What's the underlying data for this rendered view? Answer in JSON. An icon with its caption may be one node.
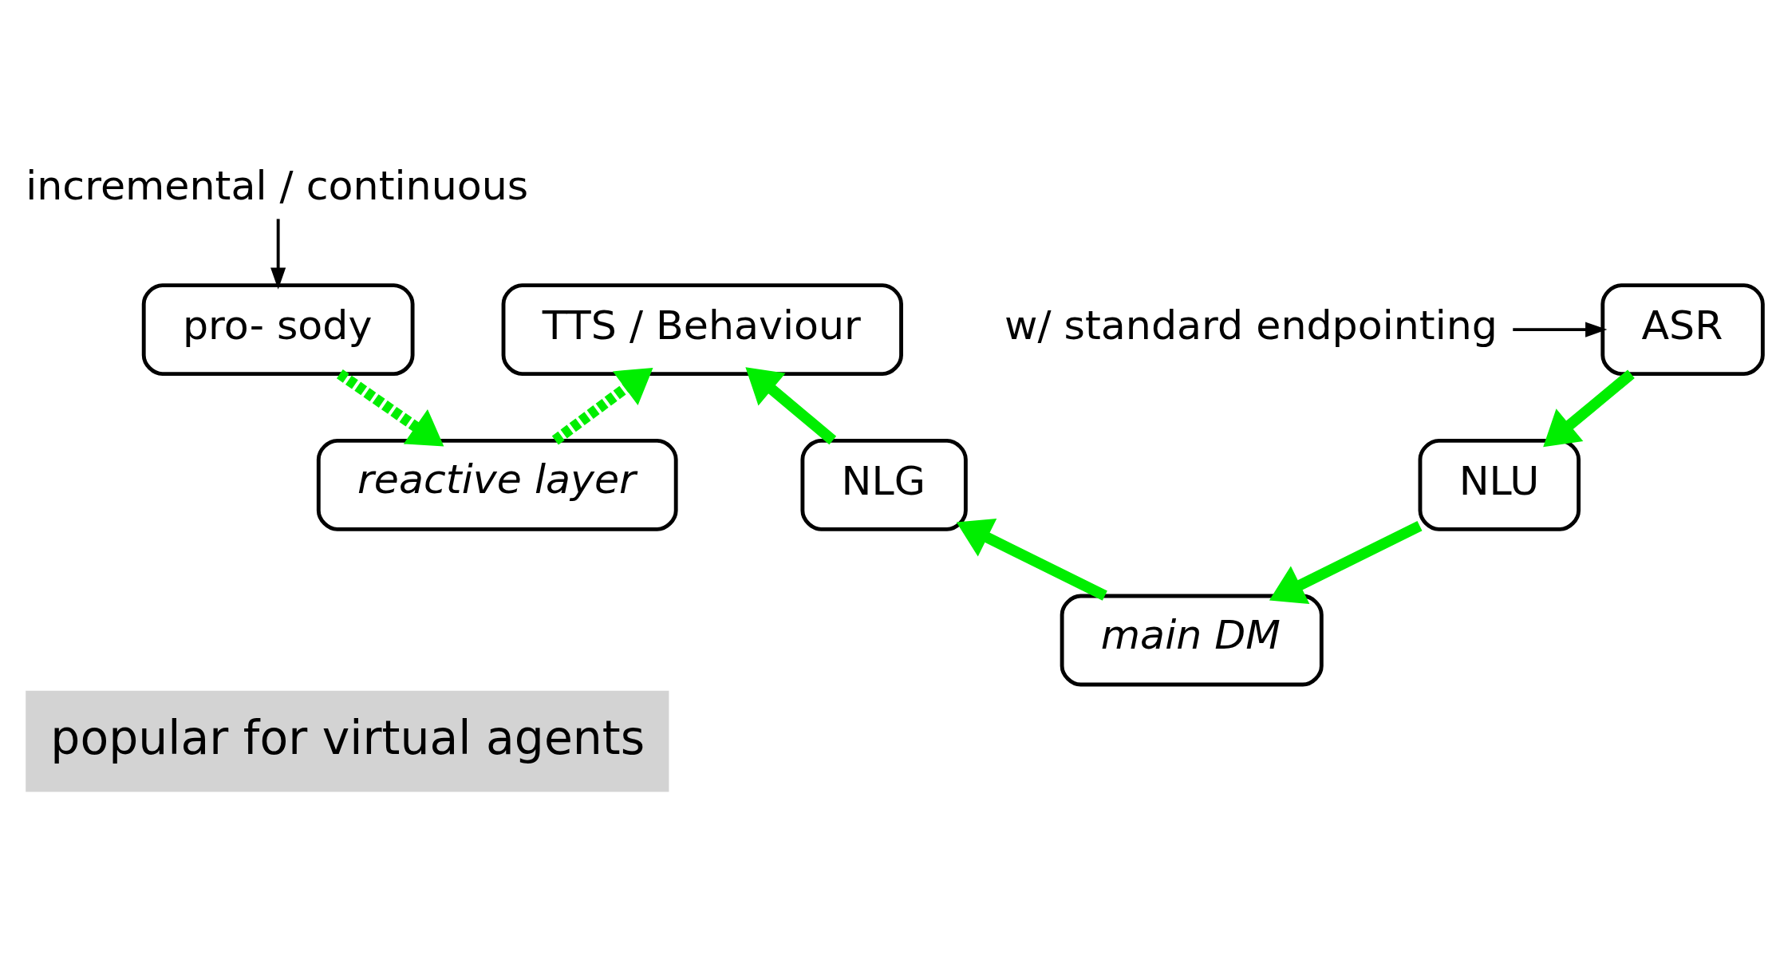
{
  "diagram": {
    "caption": "popular for virtual agents",
    "nodes": [
      {
        "text": [
          "ASR"
        ]
      },
      {
        "text": [
          "pro- sody"
        ]
      },
      {
        "text": [
          "reactive layer"
        ]
      },
      {
        "text": [
          "TTS / Behaviour"
        ]
      },
      {
        "text": [
          "NLU"
        ]
      },
      {
        "text": [
          "NLG"
        ]
      },
      {
        "text": [
          "main DM"
        ]
      },
      {
        "text": [
          "w/ standard endpointing"
        ]
      },
      {
        "text": [
          "incremental / continuous"
        ]
      }
    ],
    "edges": [
      {
        "from": 7,
        "to": 0,
        "arrow": "to",
        "color": "#000000"
      },
      {
        "from": 8,
        "to": 1,
        "arrow": "to",
        "color": "#000000"
      },
      {
        "from": 0,
        "to": 4,
        "arrow": "to"
      },
      {
        "from": 1,
        "to": 2,
        "arrow": "to",
        "style": "dashed"
      },
      {
        "from": 2,
        "to": 3,
        "arrow": "to",
        "style": "dashed"
      },
      {
        "from": 4,
        "to": 6,
        "arrow": "to"
      },
      {
        "from": 6,
        "to": 5,
        "arrow": "to"
      },
      {
        "from": 5,
        "to": 3,
        "arrow": "to"
      }
    ]
  }
}
